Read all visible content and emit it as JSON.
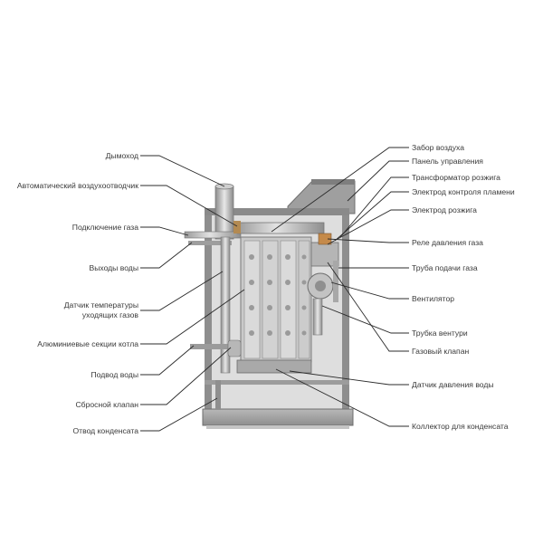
{
  "diagram": {
    "labels_left": [
      "Дымоход",
      "Автоматический воздухоотводчик",
      "Подключение газа",
      "Выходы воды",
      "Датчик температуры уходящих газов",
      "Алюминиевые секции котла",
      "Подвод воды",
      "Сбросной клапан",
      "Отвод конденсата"
    ],
    "labels_right": [
      "Забор воздуха",
      "Панель управления",
      "Трансформатор розжига",
      "Электрод контроля пламени",
      "Электрод розжига",
      "Реле давления газа",
      "Труба подачи газа",
      "Вентилятор",
      "Трубка вентури",
      "Газовый клапан",
      "Датчик давления воды",
      "Коллектор для конденсата"
    ]
  },
  "colors": {
    "frame": "#8c8c8c",
    "frame_dark": "#6a6a6a",
    "metal": "#b9b9b9",
    "metal_light": "#d6d6d6",
    "leader": "#2b2b2b",
    "text": "#3a3a3a"
  }
}
